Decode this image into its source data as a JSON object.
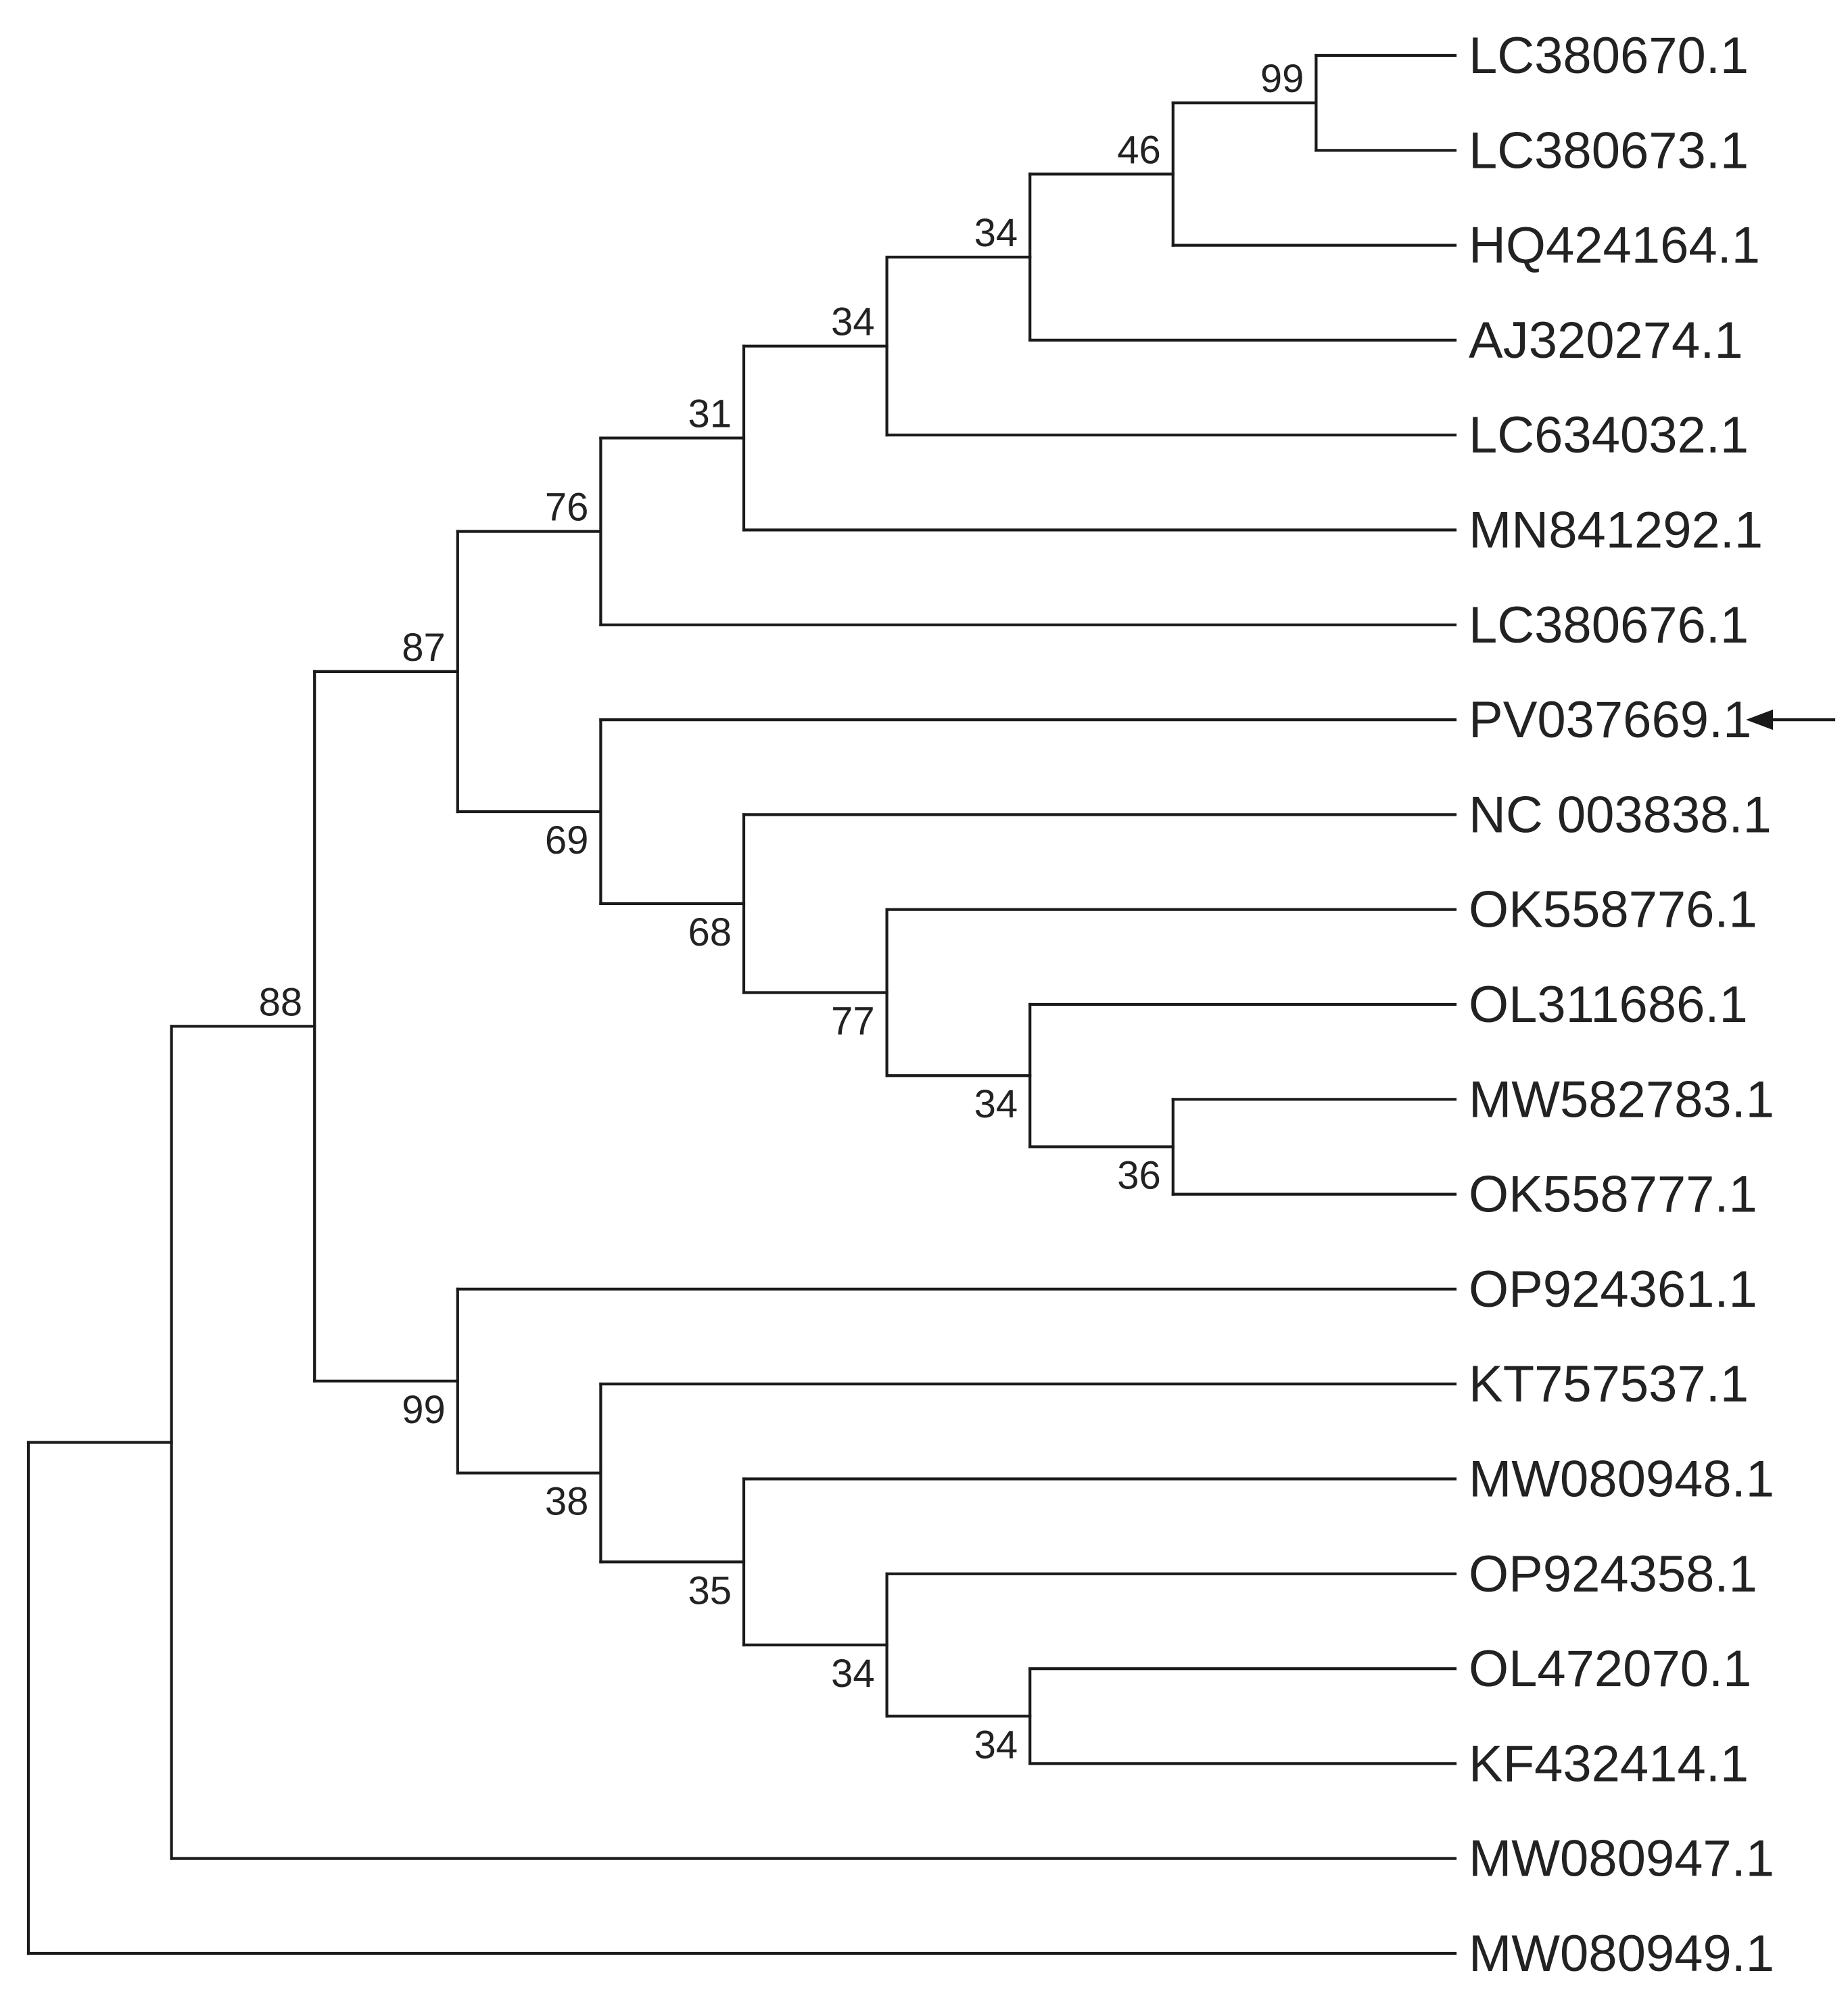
{
  "tree": {
    "taxa": [
      "LC380670.1",
      "LC380673.1",
      "HQ424164.1",
      "AJ320274.1",
      "LC634032.1",
      "MN841292.1",
      "LC380676.1",
      "PV037669.1",
      "NC 003838.1",
      "OK558776.1",
      "OL311686.1",
      "MW582783.1",
      "OK558777.1",
      "OP924361.1",
      "KT757537.1",
      "MW080948.1",
      "OP924358.1",
      "OL472070.1",
      "KF432414.1",
      "MW080947.1",
      "MW080949.1"
    ],
    "highlighted_taxon": "PV037669.1",
    "highlight_marker_icon": "left-arrow-icon",
    "newick": "((((((((((LC380670.1,LC380673.1)99,HQ424164.1)46,AJ320274.1)34,LC634032.1)34,MN841292.1)31,LC380676.1)76,(PV037669.1,(NC 003838.1,(OK558776.1,(OL311686.1,(MW582783.1,OK558777.1)36)34)77)68)69)87,(OP924361.1,(KT757537.1,(MW080948.1,(OP924358.1,(OL472070.1,KF432414.1)34)34)35)38)99)88,MW080947.1),MW080949.1);",
    "clades": [
      {
        "taxa": [
          "LC380670.1",
          "LC380673.1"
        ],
        "support": "99"
      },
      {
        "taxa": [
          "LC380670.1",
          "LC380673.1",
          "HQ424164.1"
        ],
        "support": "46"
      },
      {
        "taxa": [
          "LC380670.1",
          "LC380673.1",
          "HQ424164.1",
          "AJ320274.1"
        ],
        "support": "34"
      },
      {
        "taxa": [
          "LC380670.1",
          "LC380673.1",
          "HQ424164.1",
          "AJ320274.1",
          "LC634032.1"
        ],
        "support": "34"
      },
      {
        "taxa": [
          "LC380670.1",
          "LC380673.1",
          "HQ424164.1",
          "AJ320274.1",
          "LC634032.1",
          "MN841292.1"
        ],
        "support": "31"
      },
      {
        "taxa": [
          "LC380670.1",
          "LC380673.1",
          "HQ424164.1",
          "AJ320274.1",
          "LC634032.1",
          "MN841292.1",
          "LC380676.1"
        ],
        "support": "76"
      },
      {
        "taxa": [
          "PV037669.1",
          "NC 003838.1",
          "OK558776.1",
          "OL311686.1",
          "MW582783.1",
          "OK558777.1"
        ],
        "support": "69"
      },
      {
        "taxa": [
          "NC 003838.1",
          "OK558776.1",
          "OL311686.1",
          "MW582783.1",
          "OK558777.1"
        ],
        "support": "68"
      },
      {
        "taxa": [
          "OK558776.1",
          "OL311686.1",
          "MW582783.1",
          "OK558777.1"
        ],
        "support": "77"
      },
      {
        "taxa": [
          "OL311686.1",
          "MW582783.1",
          "OK558777.1"
        ],
        "support": "34"
      },
      {
        "taxa": [
          "MW582783.1",
          "OK558777.1"
        ],
        "support": "36"
      },
      {
        "taxa": [
          "LC380670.1",
          "LC380673.1",
          "HQ424164.1",
          "AJ320274.1",
          "LC634032.1",
          "MN841292.1",
          "LC380676.1",
          "PV037669.1",
          "NC 003838.1",
          "OK558776.1",
          "OL311686.1",
          "MW582783.1",
          "OK558777.1"
        ],
        "support": "87"
      },
      {
        "taxa": [
          "OP924361.1",
          "KT757537.1",
          "MW080948.1",
          "OP924358.1",
          "OL472070.1",
          "KF432414.1"
        ],
        "support": "99"
      },
      {
        "taxa": [
          "KT757537.1",
          "MW080948.1",
          "OP924358.1",
          "OL472070.1",
          "KF432414.1"
        ],
        "support": "38"
      },
      {
        "taxa": [
          "MW080948.1",
          "OP924358.1",
          "OL472070.1",
          "KF432414.1"
        ],
        "support": "35"
      },
      {
        "taxa": [
          "OP924358.1",
          "OL472070.1",
          "KF432414.1"
        ],
        "support": "34"
      },
      {
        "taxa": [
          "OL472070.1",
          "KF432414.1"
        ],
        "support": "34"
      },
      {
        "taxa": [
          "LC380670.1",
          "LC380673.1",
          "HQ424164.1",
          "AJ320274.1",
          "LC634032.1",
          "MN841292.1",
          "LC380676.1",
          "PV037669.1",
          "NC 003838.1",
          "OK558776.1",
          "OL311686.1",
          "MW582783.1",
          "OK558777.1",
          "OP924361.1",
          "KT757537.1",
          "MW080948.1",
          "OP924358.1",
          "OL472070.1",
          "KF432414.1"
        ],
        "support": "88"
      }
    ]
  }
}
